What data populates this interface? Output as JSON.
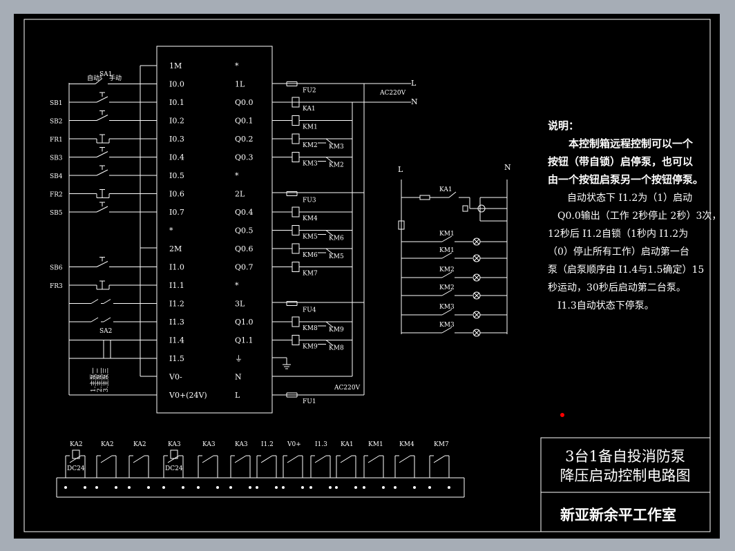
{
  "plc": {
    "left_terminals": [
      "1M",
      "I0.0",
      "I0.1",
      "I0.2",
      "I0.3",
      "I0.4",
      "I0.5",
      "I0.6",
      "I0.7",
      "*",
      "2M",
      "I1.0",
      "I1.1",
      "I1.2",
      "I1.3",
      "I1.4",
      "I1.5",
      "V0-",
      "V0+(24V)"
    ],
    "right_terminals": [
      "*",
      "1L",
      "Q0.0",
      "Q0.1",
      "Q0.2",
      "Q0.3",
      "*",
      "2L",
      "Q0.4",
      "Q0.5",
      "Q0.6",
      "Q0.7",
      "*",
      "3L",
      "Q1.0",
      "Q1.1",
      "⏚",
      "N",
      "L"
    ]
  },
  "inputs": {
    "sa1": "SA1",
    "auto": "自动",
    "manual": "手动",
    "rows": [
      {
        "label": "SB1"
      },
      {
        "label": "SB2"
      },
      {
        "label": "FR1"
      },
      {
        "label": "SB3"
      },
      {
        "label": "SB4"
      },
      {
        "label": "FR2"
      },
      {
        "label": "SB5"
      },
      {
        "label": "SB6"
      },
      {
        "label": "FR3"
      }
    ],
    "sa2": "SA2",
    "sa2_options": [
      "1.主泵一",
      "2.主泵二",
      "3.主泵三"
    ]
  },
  "outputs": {
    "fuses": [
      "FU2",
      "FU3",
      "FU4",
      "FU1"
    ],
    "coils": [
      "KA1",
      "KM1",
      "KM2",
      "KM3",
      "KM4",
      "KM5",
      "KM6",
      "KM7",
      "KM8",
      "KM9"
    ],
    "interlocks": [
      "KM3",
      "KM2",
      "KM6",
      "KM5",
      "KM9",
      "KM8"
    ],
    "L": "L",
    "N": "N",
    "ac_top": "AC220V",
    "ac_bottom": "AC220V"
  },
  "lamp_circuit": {
    "L": "L",
    "N": "N",
    "rows": [
      "KA1",
      "KM1",
      "KM1",
      "KM2",
      "KM2",
      "KM3",
      "KM3"
    ]
  },
  "notes": {
    "heading": "说明：",
    "bold_lines": [
      "　　本控制箱远程控制可以一个",
      "按钮（带自锁）启停泵，也可以",
      "由一个按钮启泵另一个按钮停泵。"
    ],
    "lines": [
      "　　自动状态下 I1.2为（1）启动",
      "　Q0.0输出（工作 2秒停止 2秒）3次，",
      "12秒后 I1.2自锁（1秒内 I1.2为",
      "（0）停止所有工作）启动第一台",
      "泵（启泵顺序由 I1.4与1.5确定）15",
      "秒运动，30秒后启动第二台泵。",
      "　I1.3自动状态下停泵。"
    ]
  },
  "terminal_strip": {
    "labels": [
      "KA2",
      "KA2",
      "KA2",
      "KA3",
      "KA3",
      "KA3",
      "I1.2",
      "V0+",
      "I1.3",
      "KA1",
      "KM1",
      "KM4",
      "KM7"
    ],
    "dc": [
      "DC24",
      "DC24"
    ]
  },
  "title_block": {
    "title_line1": "3台1备自投消防泵",
    "title_line2": "降压启动控制电路图",
    "studio": "新亚新余平工作室"
  },
  "colors": {
    "background": "#a6adb6",
    "sheet": "#000000",
    "line": "#ffffff",
    "marker": "#ff0000"
  }
}
